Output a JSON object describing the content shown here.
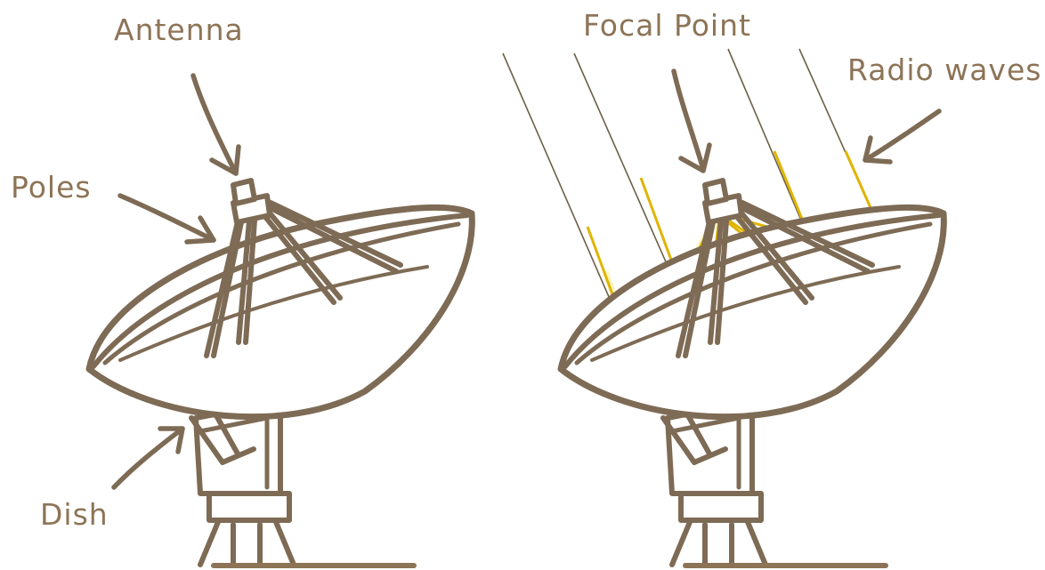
{
  "labels": {
    "antenna": "Antenna",
    "poles": "Poles",
    "dish": "Dish",
    "focal_point": "Focal Point",
    "radio_waves": "Radio waves"
  },
  "colors": {
    "ink": "#7e6b55",
    "label": "#8d7457",
    "wave": "#e0b400"
  }
}
